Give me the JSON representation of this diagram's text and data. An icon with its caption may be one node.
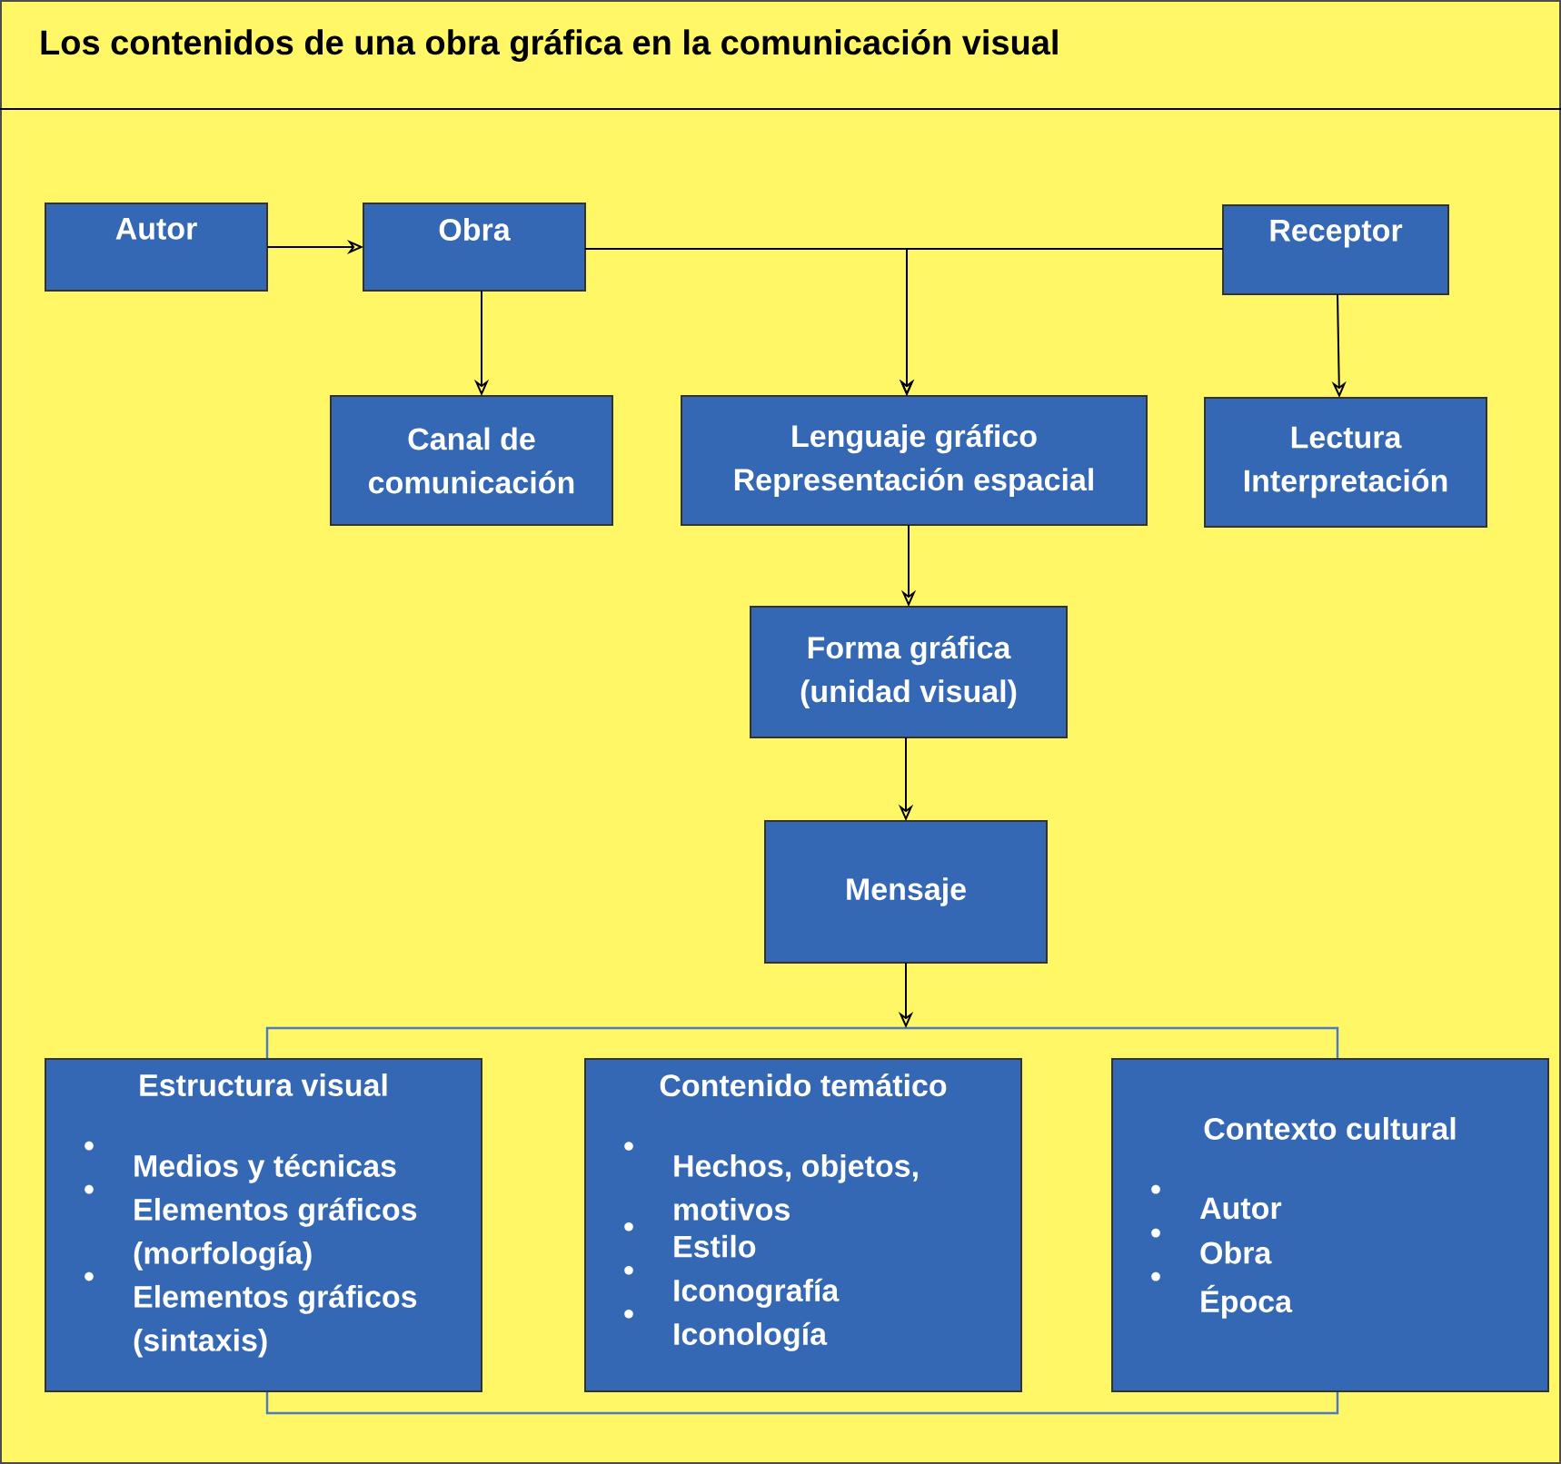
{
  "diagram": {
    "title": "Los contenidos de una obra gráfica en la comunicación visual",
    "nodes": [
      {
        "text": [
          "Autor"
        ]
      },
      {
        "text": [
          "Obra"
        ]
      },
      {
        "text": [
          "Receptor"
        ]
      },
      {
        "text": [
          "Canal de comunicación"
        ]
      },
      {
        "text": [
          "Lenguaje gráfico",
          "Representación espacial"
        ]
      },
      {
        "text": [
          "Lectura",
          "Interpretación"
        ]
      },
      {
        "text": [
          "Forma gráfica (unidad visual)"
        ]
      },
      {
        "text": [
          "Mensaje"
        ]
      },
      {
        "text": [],
        "shape": "box"
      },
      {
        "text": [
          "Estructura visual",
          "Medios y técnicas",
          "Elementos gráficos (morfología)",
          "Elementos gráficos (sintaxis)"
        ]
      },
      {
        "in": 8,
        "text": [
          "Contenido temático",
          "Hechos, objetos, motivos",
          "Estilo",
          "Iconografía",
          "Iconología"
        ]
      },
      {
        "text": [
          "Contexto cultural",
          "Autor",
          "Obra",
          "Época"
        ]
      }
    ],
    "edges": [
      {
        "from": 0,
        "to": 1,
        "arrow": "to"
      },
      {
        "from": 1,
        "to": 3,
        "arrow": "to"
      },
      {
        "from": 1,
        "to": 4,
        "arrow": "to"
      },
      {
        "from": 2,
        "to": 4,
        "arrow": "to"
      },
      {
        "from": 2,
        "to": 5,
        "arrow": "to"
      },
      {
        "from": 4,
        "to": 6,
        "arrow": "to"
      },
      {
        "from": 6,
        "to": 7,
        "arrow": "to"
      },
      {
        "from": 7,
        "to": 8,
        "arrow": "to"
      }
    ]
  }
}
